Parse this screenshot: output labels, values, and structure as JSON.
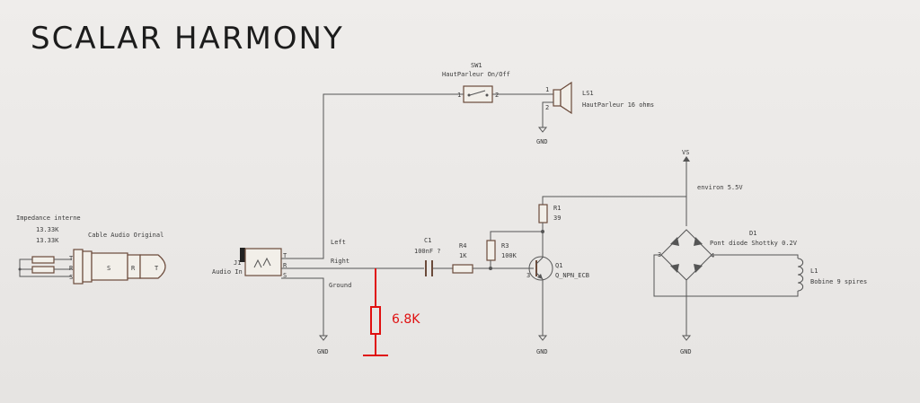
{
  "title": "SCALAR HARMONY",
  "labels": {
    "sw1_ref": "SW1",
    "sw1_val": "HautParleur On/Off",
    "sw1_pin1": "1",
    "sw1_pin2": "2",
    "ls1_ref": "LS1",
    "ls1_val": "HautParleur 16 ohms",
    "ls1_pin1": "1",
    "ls1_pin2": "2",
    "gnd_ls": "GND",
    "vs": "VS",
    "environ": "environ 5.5V",
    "r1_ref": "R1",
    "r1_val": "39",
    "d1_ref": "D1",
    "d1_val": "Pont diode Shottky 0.2V",
    "d1_pin3": "3",
    "d1_pin4": "4",
    "l1_ref": "L1",
    "l1_val": "Bobine 9 spires",
    "impedance": "Impedance interne",
    "imp_r1": "13.33K",
    "imp_r2": "13.33K",
    "cable": "Cable Audio Original",
    "plug_t": "T",
    "plug_r": "R",
    "plug_s": "S",
    "plug_body_s": "S",
    "plug_body_r": "R",
    "plug_body_t": "T",
    "j1_ref": "J1",
    "j1_val": "Audio In",
    "j1_pin_t": "T",
    "j1_pin_r": "R",
    "j1_pin_s": "S",
    "left": "Left",
    "right": "Right",
    "ground": "Ground",
    "c1_ref": "C1",
    "c1_val": "100nF ?",
    "r4_ref": "R4",
    "r4_val": "1K",
    "r3_ref": "R3",
    "r3_val": "100K",
    "q1_ref": "Q1",
    "q1_val": "Q_NPN_ECB",
    "q1_pin3": "3",
    "gnd_j1": "GND",
    "gnd_q1": "GND",
    "gnd_d1": "GND",
    "added_resistor": "6.8K"
  },
  "colors": {
    "wire": "#555555",
    "component": "#6b4a3a",
    "annotation": "#e01010"
  }
}
